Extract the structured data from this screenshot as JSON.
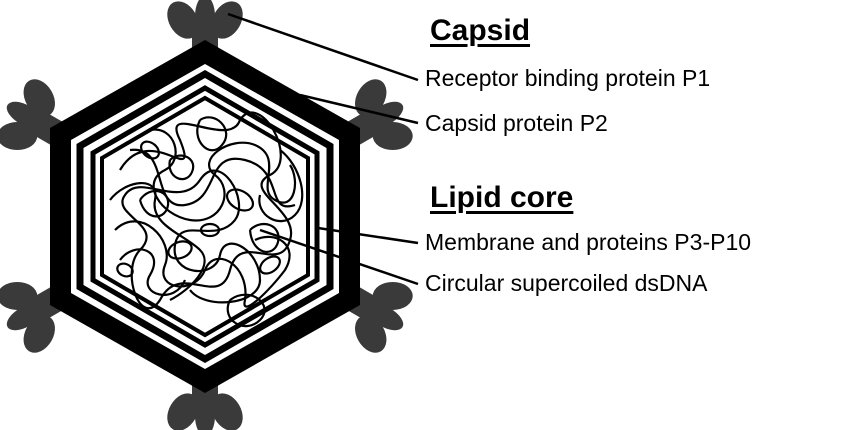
{
  "labels": {
    "capsid_heading": "Capsid",
    "receptor": "Receptor binding protein P1",
    "capsid_protein": "Capsid protein P2",
    "lipid_heading": "Lipid core",
    "membrane": "Membrane and proteins P3-P10",
    "dna": "Circular supercoiled dsDNA"
  },
  "colors": {
    "shell": "#000000",
    "spike": "#3a3a3a",
    "background": "#ffffff"
  }
}
